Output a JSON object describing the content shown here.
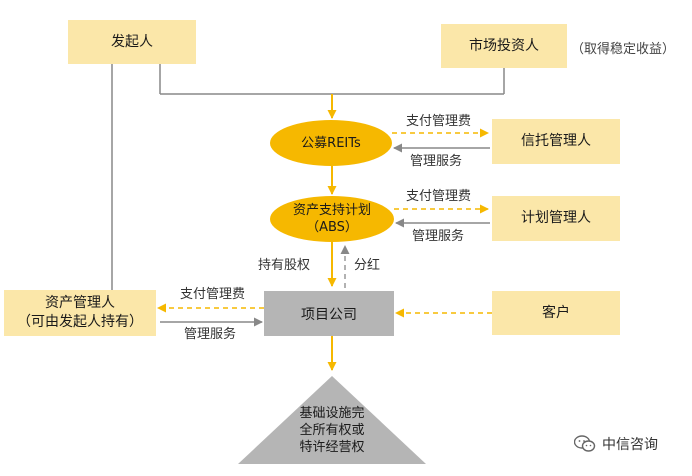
{
  "nodes": {
    "sponsor": "发起人",
    "market_investor": "市场投资人",
    "market_investor_note": "（取得稳定收益）",
    "public_reits": "公募REITs",
    "trust_manager": "信托管理人",
    "abs_line1": "资产支持计划",
    "abs_line2": "（ABS）",
    "plan_manager": "计划管理人",
    "asset_manager_line1": "资产管理人",
    "asset_manager_line2": "（可由发起人持有）",
    "project_company": "项目公司",
    "customer": "客户",
    "infra_line1": "基础设施完",
    "infra_line2": "全所有权或",
    "infra_line3": "特许经营权"
  },
  "edges": {
    "pay_fee_trust": "支付管理费",
    "service_trust": "管理服务",
    "pay_fee_plan": "支付管理费",
    "service_plan": "管理服务",
    "hold_equity": "持有股权",
    "dividend": "分红",
    "pay_fee_asset": "支付管理费",
    "service_asset": "管理服务"
  },
  "watermark": "中信咨询",
  "colors": {
    "box_fill": "#fbe7a9",
    "oval_fill": "#f6b800",
    "gray_fill": "#b5b5b5",
    "line_gray": "#888888",
    "arrow_yellow": "#f6b800"
  }
}
